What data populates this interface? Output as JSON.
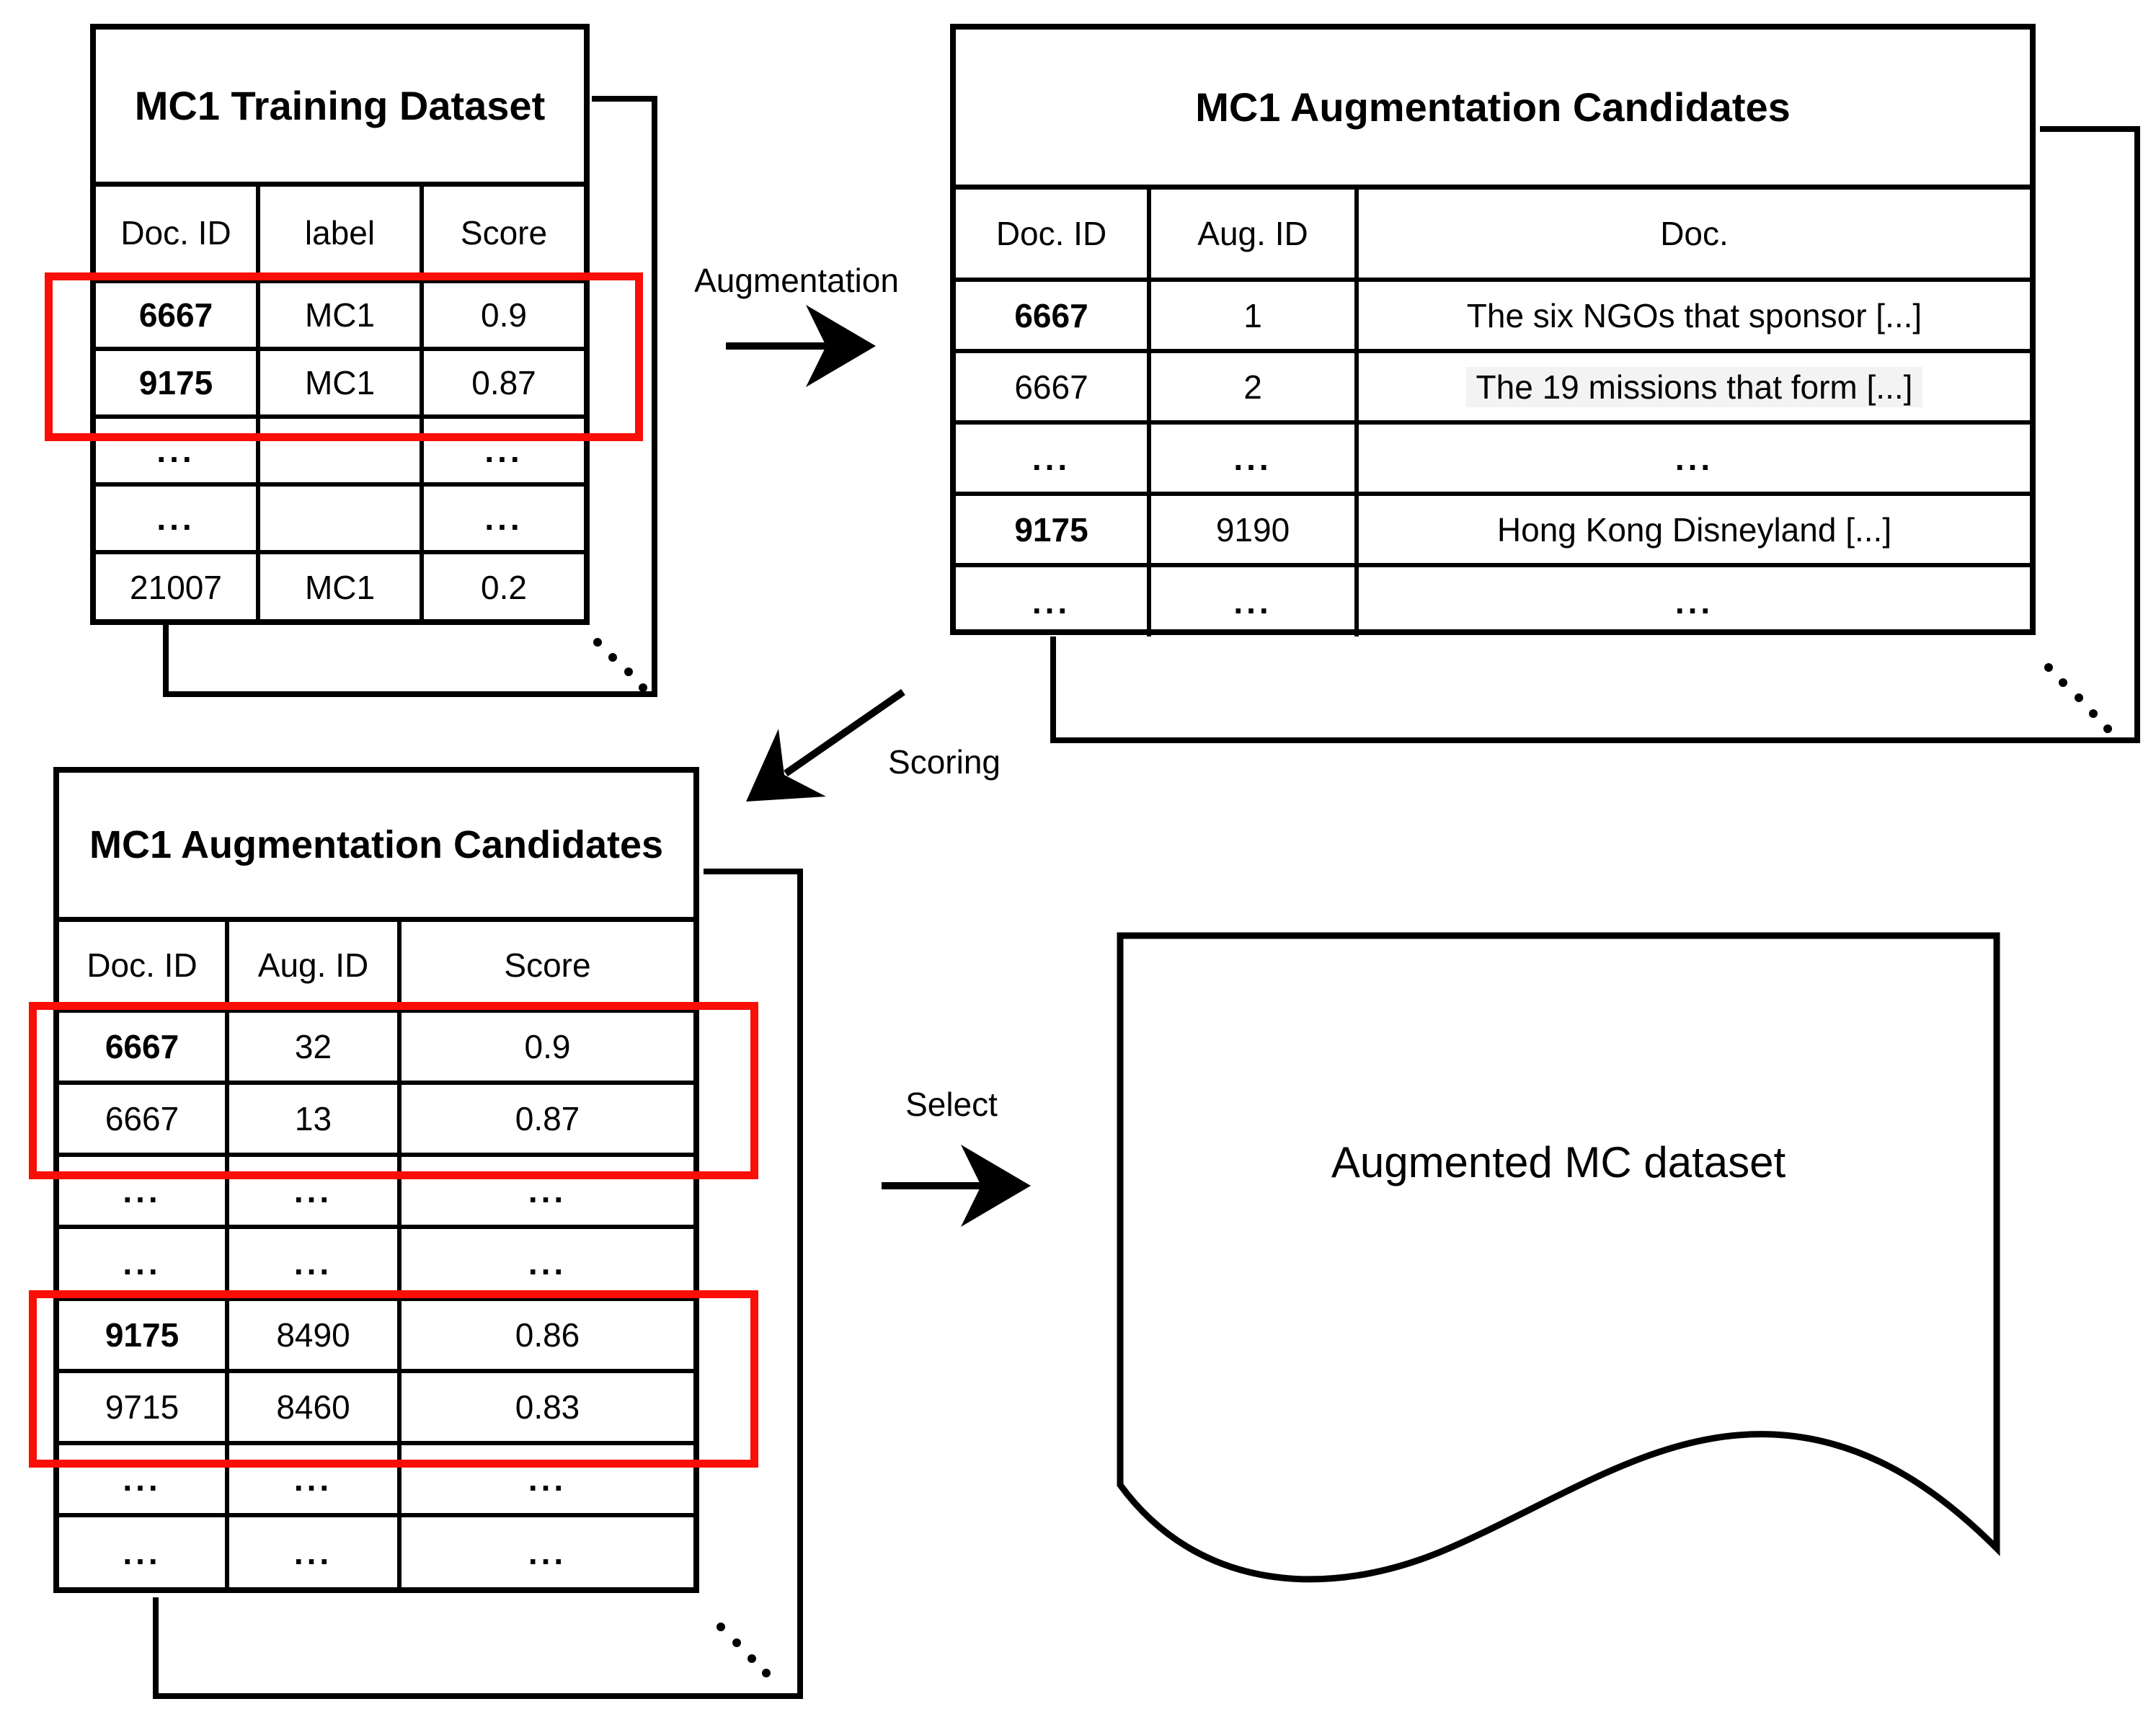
{
  "labels": {
    "augmentation": "Augmentation",
    "scoring": "Scoring",
    "select": "Select"
  },
  "document_shape": {
    "label": "Augmented MC dataset"
  },
  "colors": {
    "highlight_box": "#f90e08",
    "line": "#000000"
  },
  "tables": {
    "training": {
      "title": "MC1 Training Dataset",
      "headers": [
        "Doc. ID",
        "label",
        "Score"
      ],
      "rows": [
        [
          "6667",
          "MC1",
          "0.9"
        ],
        [
          "9175",
          "MC1",
          "0.87"
        ],
        [
          "...",
          "",
          "..."
        ],
        [
          "...",
          "",
          "..."
        ],
        [
          "21007",
          "MC1",
          "0.2"
        ]
      ]
    },
    "augmentation_candidates": {
      "title": "MC1 Augmentation Candidates",
      "headers": [
        "Doc. ID",
        "Aug. ID",
        "Doc."
      ],
      "rows": [
        [
          "6667",
          "1",
          "The six NGOs that sponsor [...]"
        ],
        [
          "6667",
          "2",
          "The 19 missions that form [...]"
        ],
        [
          "...",
          "...",
          "..."
        ],
        [
          "9175",
          "9190",
          "Hong Kong Disneyland [...]"
        ],
        [
          "...",
          "...",
          "..."
        ]
      ]
    },
    "scored_candidates": {
      "title": "MC1 Augmentation Candidates",
      "headers": [
        "Doc. ID",
        "Aug. ID",
        "Score"
      ],
      "rows": [
        [
          "6667",
          "32",
          "0.9"
        ],
        [
          "6667",
          "13",
          "0.87"
        ],
        [
          "...",
          "...",
          "..."
        ],
        [
          "...",
          "...",
          "..."
        ],
        [
          "9175",
          "8490",
          "0.86"
        ],
        [
          "9715",
          "8460",
          "0.83"
        ],
        [
          "...",
          "...",
          "..."
        ],
        [
          "...",
          "...",
          "..."
        ]
      ]
    }
  }
}
